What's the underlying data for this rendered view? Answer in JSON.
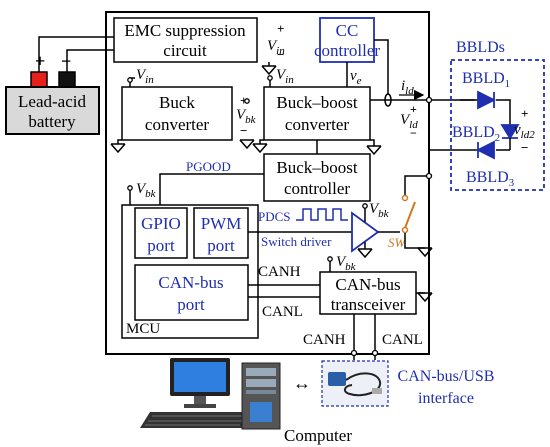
{
  "battery": {
    "label_line1": "Lead-acid",
    "label_line2": "battery",
    "pos_sign": "+",
    "neg_sign": "−"
  },
  "blocks": {
    "emc": {
      "line1": "EMC suppression",
      "line2": "circuit"
    },
    "cc": {
      "line1": "CC",
      "line2": "controller"
    },
    "buck": {
      "line1": "Buck",
      "line2": "converter"
    },
    "buckboost": {
      "line1": "Buck–boost",
      "line2": "converter"
    },
    "bb_controller": {
      "line1": "Buck–boost",
      "line2": "controller"
    },
    "gpio": {
      "line1": "GPIO",
      "line2": "port"
    },
    "pwm": {
      "line1": "PWM",
      "line2": "port"
    },
    "canport": {
      "line1": "CAN-bus",
      "line2": "port"
    },
    "mcu": "MCU",
    "transceiver": {
      "line1": "CAN-bus",
      "line2": "transceiver"
    }
  },
  "signals": {
    "vin": "V",
    "vin_sub": "in",
    "vbk": "V",
    "vbk_sub": "bk",
    "ve": "v",
    "ve_sub": "e",
    "ild": "i",
    "ild_sub": "ld",
    "vld": "V",
    "vld_sub": "ld",
    "vld2": "v",
    "vld2_sub": "ld2",
    "pgood": "PGOOD",
    "pdcs": "PDCS",
    "switch_driver": "Switch driver",
    "sw": "SW",
    "canh": "CANH",
    "canl": "CANL",
    "plus": "+",
    "minus": "−"
  },
  "leds": {
    "title": "BBLDs",
    "led1": "BBLD",
    "led1_sub": "1",
    "led2": "BBLD",
    "led2_sub": "2",
    "led3": "BBLD",
    "led3_sub": "3"
  },
  "peripherals": {
    "computer": "Computer",
    "interface_line1": "CAN-bus/USB",
    "interface_line2": "interface",
    "link_arrow": "↔"
  },
  "colors": {
    "accent": "#1f2fb0",
    "switch": "#d07820",
    "battery_pos": "#e8201a",
    "battery_body": "#d9d9d9",
    "monitor": "#2f7fe0"
  }
}
